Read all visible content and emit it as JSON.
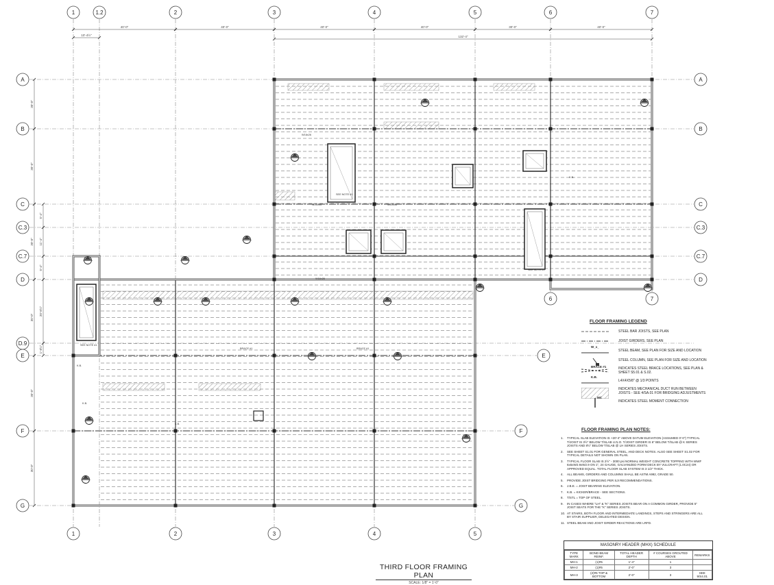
{
  "drawing": {
    "title": "THIRD FLOOR FRAMING PLAN",
    "scale": "SCALE:    1/8\" = 1'-0\"",
    "grid_columns": [
      "1",
      "1.2",
      "2",
      "3",
      "4",
      "5",
      "6",
      "7"
    ],
    "grid_rows": [
      "A",
      "B",
      "C",
      "C.3",
      "C.7",
      "D",
      "D.9",
      "E",
      "F",
      "G"
    ],
    "top_dimensions": [
      {
        "from": "1",
        "to": "2",
        "label": "40'-0\""
      },
      {
        "from": "2",
        "to": "3",
        "label": "40'-0\""
      },
      {
        "from": "3",
        "to": "4",
        "label": "40'-0\""
      },
      {
        "from": "4",
        "to": "5",
        "label": "40'-0\""
      },
      {
        "from": "5",
        "to": "6",
        "label": "30'-0\""
      },
      {
        "from": "6",
        "to": "7",
        "label": "40'-0\""
      }
    ],
    "secondary_dimensions": [
      {
        "from": "1",
        "to": "1.2",
        "label": "10'-4½\""
      },
      {
        "from": "3",
        "to": "7",
        "label": "132'-4\""
      }
    ],
    "left_dimensions": [
      {
        "from": "A",
        "to": "B",
        "label": "30'-0\""
      },
      {
        "from": "B",
        "to": "C",
        "label": "30'-0\""
      },
      {
        "from": "C",
        "to": "D",
        "label": "30'-0\""
      },
      {
        "from": "D",
        "to": "E",
        "label": "30'-0\""
      },
      {
        "from": "E",
        "to": "F",
        "label": "30'-0\""
      },
      {
        "from": "F",
        "to": "G",
        "label": "30'-0\""
      }
    ],
    "left_sub_dimensions": [
      {
        "from": "C",
        "to": "C.3",
        "label": "5'-4\""
      },
      {
        "from": "C.3",
        "to": "C.7",
        "label": "11'-4\""
      },
      {
        "from": "C.7",
        "to": "D",
        "label": "5'-4\""
      },
      {
        "from": "D",
        "to": "D.9",
        "label": "20'-8½\""
      },
      {
        "from": "D.9",
        "to": "E",
        "label": "1'-8½\""
      }
    ],
    "plan_labels": [
      "SEE NOTE #1",
      "SEE NOTE #1",
      "SEE NOTE #1",
      "K.B.",
      "K.B.",
      "K.B.",
      "K.B.",
      "BRACE #1",
      "BRACE #1",
      "W16x26",
      "W21x44",
      "W21x44",
      "W16x26"
    ]
  },
  "legend": {
    "title": "FLOOR FRAMING LEGEND",
    "items": [
      {
        "symbol": "dashed-line",
        "text": "STEEL BAR JOISTS, SEE PLAN"
      },
      {
        "symbol": "dash-dot-line",
        "text": "JOIST GIRDERS, SEE PLAN"
      },
      {
        "symbol": "solid-beam",
        "tag": "W_x_",
        "text": "STEEL BEAM, SEE PLAN FOR SIZE AND LOCATION"
      },
      {
        "symbol": "column",
        "text": "STEEL COLUMN, SEE PLAN FOR SIZE AND LOCATION"
      },
      {
        "symbol": "brace",
        "tag": "BRACE #1",
        "text": "INDICATES STEEL BRACE LOCATIONS, SEE PLAN & SHEET S5.01 & S.02."
      },
      {
        "symbol": "kicker",
        "tag": "K.B.",
        "text": "L4x4x5/8\" @ 1/3 POINTS"
      },
      {
        "symbol": "hatch",
        "text": "INDICATES MECHANICAL DUCT RUN BETWEEN JOISTS - SEE 4/SA.01 FOR BRIDGING ADJUSTMENTS"
      },
      {
        "symbol": "moment",
        "tag": "MC",
        "text": "INDICATES STEEL MOMENT CONNECTION"
      }
    ]
  },
  "notes": {
    "title": "FLOOR FRAMING PLAN NOTES:",
    "items": [
      "TYPICAL SLAB ELEVATION IS +20'-4\" ABOVE DATUM ELEVATION (ASSUMED 0'-0\") TYPICAL T/JOIST IS 3½\" BELOW T/SLAB U.N.O. T/JOIST GIRDER IS 6\" BELOW T/SLAB @ K SERIES JOISTS AND 8½\" BELOW T/SLAB @ LH SERIES JOISTS.",
      "SEE SHEET S1.01 FOR GENERAL STEEL, AND DECK NOTES. ALSO SEE SHEET S1.02 FOR TYPICAL DETAILS NOT SHOWN ON PLAN.",
      "TYPICAL FLOOR SLAB IS 2½\" - 3000 psi NORMAL WEIGHT CONCRETE TOPPING WITH WWF 6x6xW2.9xW2.9 ON 1\", 24 GAUGE, GALVANIZED FORM DECK BY VULCRAFT (1.0C24) OR APPROVED EQUAL. TOTAL FLOOR SLAB SYSTEM IS 3 1/2\" THICK.",
      "ALL BEAMS, GIRDERS AND COLUMNS SHALL BE ASTM A992, GRADE 50.",
      "PROVIDE JOIST BRIDGING PER SJI RECOMMENDATIONS.",
      "J.B.E. = JOIST BEARING ELEVATION.",
      "K.B. = KICKER/BRACE - SEE SECTIONS.",
      "T/STL = TOP OF STEEL.",
      "IN CASES WHERE \"LH\" & \"K\" SERIES JOISTS BEAR ON A COMMON GIRDER, PROVIDE 5\" JOIST SEATS FOR THE \"K\" SERIES JOISTS.",
      "AT STAIRS, BOTH FLOOR AND INTERMEDIATE LANDINGS, STEPS AND STRINGERS ARE ALL BY STAIR SUPPLIER, DELEGATED DESIGN.",
      "STEEL BEAM AND JOIST GIRDER REACTIONS ARE LRFD."
    ]
  },
  "schedule": {
    "title": "MASONRY HEADER (MHX) SCHEDULE",
    "columns": [
      "TYPE MARK",
      "BOND BEAM REINF.",
      "TOTAL HEADER DEPTH",
      "# COURSES GROUTED ABOVE",
      "REMARKS"
    ],
    "rows": [
      [
        "MH-1",
        "(1)#5",
        "1'-4\"",
        "1",
        ""
      ],
      [
        "MH-2",
        "(1)#5",
        "2'-0\"",
        "3",
        ""
      ],
      [
        "MH-3",
        "(2)#5 TOP & BOTTOM",
        "2'-0\"",
        "3",
        "SEE 9/S4.01"
      ]
    ]
  },
  "colors": {
    "line": "#222222",
    "grid": "#888888",
    "wall": "#555555",
    "hatch": "#999999"
  }
}
